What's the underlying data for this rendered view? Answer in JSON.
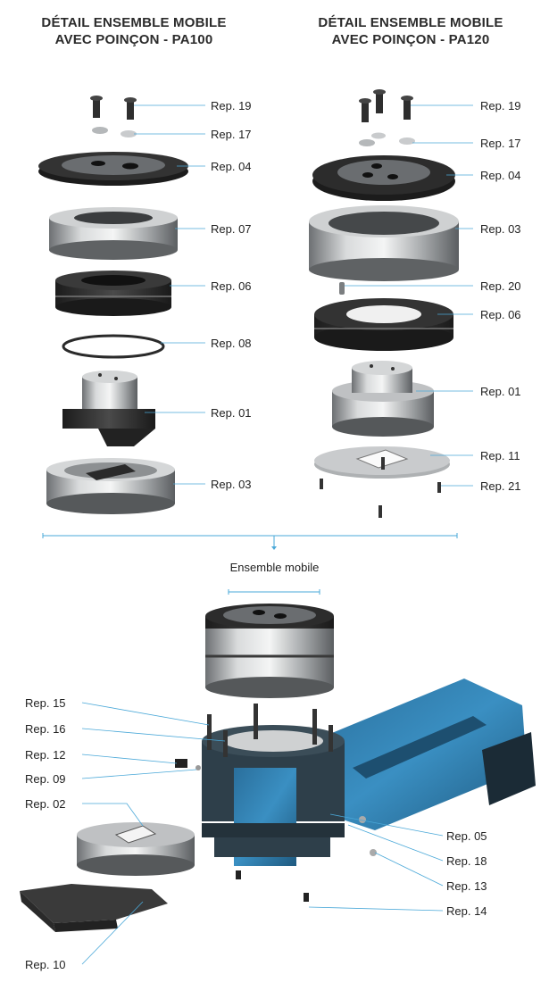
{
  "titles": {
    "pa100_line1": "DÉTAIL ENSEMBLE MOBILE",
    "pa100_line2": "AVEC POINÇON - PA100",
    "pa120_line1": "DÉTAIL ENSEMBLE MOBILE",
    "pa120_line2": "AVEC POINÇON - PA120"
  },
  "assembly_label": "Ensemble mobile",
  "pa100_labels": [
    "Rep. 19",
    "Rep. 17",
    "Rep. 04",
    "Rep. 07",
    "Rep. 06",
    "Rep. 08",
    "Rep. 01",
    "Rep. 03"
  ],
  "pa120_labels": [
    "Rep. 19",
    "Rep. 17",
    "Rep. 04",
    "Rep. 03",
    "Rep. 20",
    "Rep. 06",
    "Rep. 01",
    "Rep. 11",
    "Rep. 21"
  ],
  "bottom_left_labels": [
    "Rep. 15",
    "Rep. 16",
    "Rep. 12",
    "Rep. 09",
    "Rep. 02",
    "Rep. 10"
  ],
  "bottom_right_labels": [
    "Rep. 05",
    "Rep. 18",
    "Rep. 13",
    "Rep. 14"
  ],
  "colors": {
    "leader": "#4aa8d8",
    "steel": "#b9bcbf",
    "dark": "#2a2a2a",
    "frame": "#2f7fb0"
  }
}
